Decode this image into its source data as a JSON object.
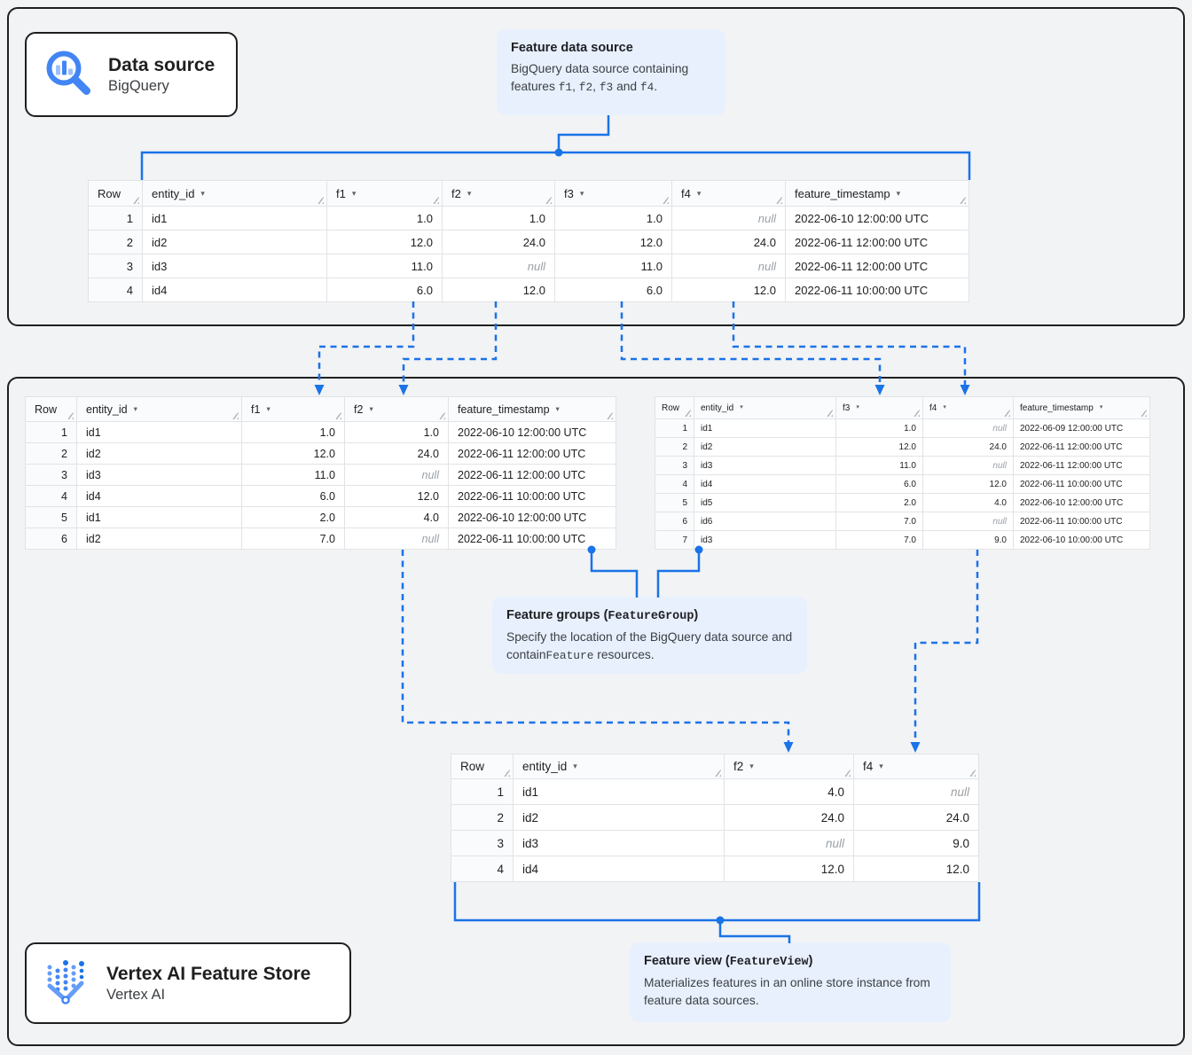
{
  "colors": {
    "accent": "#1a73e8",
    "callout_bg": "#e8f0fe",
    "null_text": "#9aa0a6"
  },
  "glyphs": {
    "sort_caret": "▾"
  },
  "icons": {
    "data_source": "bigquery-magnifier-icon",
    "feature_store": "vertex-ai-icon"
  },
  "cards": {
    "data_source": {
      "title": "Data source",
      "subtitle": "BigQuery"
    },
    "feature_store": {
      "title": "Vertex AI Feature Store",
      "subtitle": "Vertex AI"
    }
  },
  "callouts": {
    "feature_data_source": {
      "title_parts": [
        {
          "t": "Feature data source"
        }
      ],
      "body_parts": [
        {
          "t": "BigQuery data source containing features "
        },
        {
          "t": "f1",
          "mono": true
        },
        {
          "t": ", "
        },
        {
          "t": "f2",
          "mono": true
        },
        {
          "t": ", "
        },
        {
          "t": "f3",
          "mono": true
        },
        {
          "t": " and "
        },
        {
          "t": "f4",
          "mono": true
        },
        {
          "t": "."
        }
      ]
    },
    "feature_groups": {
      "title_parts": [
        {
          "t": "Feature groups ("
        },
        {
          "t": "FeatureGroup",
          "mono": true
        },
        {
          "t": ")"
        }
      ],
      "body_parts": [
        {
          "t": "Specify the location of the BigQuery data source and contain"
        },
        {
          "t": "Feature",
          "mono": true
        },
        {
          "t": " resources."
        }
      ]
    },
    "feature_view": {
      "title_parts": [
        {
          "t": "Feature view ("
        },
        {
          "t": "FeatureView",
          "mono": true
        },
        {
          "t": ")"
        }
      ],
      "body_parts": [
        {
          "t": "Materializes features in an online store instance from feature data sources."
        }
      ]
    }
  },
  "tables": {
    "source": {
      "columns": [
        {
          "label": "Row",
          "sortable": false,
          "align": "right"
        },
        {
          "label": "entity_id",
          "sortable": true,
          "align": "left"
        },
        {
          "label": "f1",
          "sortable": true,
          "align": "right"
        },
        {
          "label": "f2",
          "sortable": true,
          "align": "right"
        },
        {
          "label": "f3",
          "sortable": true,
          "align": "right"
        },
        {
          "label": "f4",
          "sortable": true,
          "align": "right"
        },
        {
          "label": "feature_timestamp",
          "sortable": true,
          "align": "left"
        }
      ],
      "rows": [
        [
          "1",
          "id1",
          "1.0",
          "1.0",
          "1.0",
          "null",
          "2022-06-10 12:00:00 UTC"
        ],
        [
          "2",
          "id2",
          "12.0",
          "24.0",
          "12.0",
          "24.0",
          "2022-06-11 12:00:00 UTC"
        ],
        [
          "3",
          "id3",
          "11.0",
          "null",
          "11.0",
          "null",
          "2022-06-11 12:00:00 UTC"
        ],
        [
          "4",
          "id4",
          "6.0",
          "12.0",
          "6.0",
          "12.0",
          "2022-06-11 10:00:00 UTC"
        ]
      ]
    },
    "group1": {
      "columns": [
        {
          "label": "Row",
          "sortable": false,
          "align": "right"
        },
        {
          "label": "entity_id",
          "sortable": true,
          "align": "left"
        },
        {
          "label": "f1",
          "sortable": true,
          "align": "right"
        },
        {
          "label": "f2",
          "sortable": true,
          "align": "right"
        },
        {
          "label": "feature_timestamp",
          "sortable": true,
          "align": "left"
        }
      ],
      "rows": [
        [
          "1",
          "id1",
          "1.0",
          "1.0",
          "2022-06-10 12:00:00 UTC"
        ],
        [
          "2",
          "id2",
          "12.0",
          "24.0",
          "2022-06-11 12:00:00 UTC"
        ],
        [
          "3",
          "id3",
          "11.0",
          "null",
          "2022-06-11 12:00:00 UTC"
        ],
        [
          "4",
          "id4",
          "6.0",
          "12.0",
          "2022-06-11 10:00:00 UTC"
        ],
        [
          "5",
          "id1",
          "2.0",
          "4.0",
          "2022-06-10 12:00:00 UTC"
        ],
        [
          "6",
          "id2",
          "7.0",
          "null",
          "2022-06-11 10:00:00 UTC"
        ]
      ]
    },
    "group2": {
      "columns": [
        {
          "label": "Row",
          "sortable": false,
          "align": "right"
        },
        {
          "label": "entity_id",
          "sortable": true,
          "align": "left"
        },
        {
          "label": "f3",
          "sortable": true,
          "align": "right"
        },
        {
          "label": "f4",
          "sortable": true,
          "align": "right"
        },
        {
          "label": "feature_timestamp",
          "sortable": true,
          "align": "left"
        }
      ],
      "rows": [
        [
          "1",
          "id1",
          "1.0",
          "null",
          "2022-06-09 12:00:00 UTC"
        ],
        [
          "2",
          "id2",
          "12.0",
          "24.0",
          "2022-06-11 12:00:00 UTC"
        ],
        [
          "3",
          "id3",
          "11.0",
          "null",
          "2022-06-11 12:00:00 UTC"
        ],
        [
          "4",
          "id4",
          "6.0",
          "12.0",
          "2022-06-11 10:00:00 UTC"
        ],
        [
          "5",
          "id5",
          "2.0",
          "4.0",
          "2022-06-10 12:00:00 UTC"
        ],
        [
          "6",
          "id6",
          "7.0",
          "null",
          "2022-06-11 10:00:00 UTC"
        ],
        [
          "7",
          "id3",
          "7.0",
          "9.0",
          "2022-06-10 10:00:00 UTC"
        ]
      ]
    },
    "view": {
      "columns": [
        {
          "label": "Row",
          "sortable": false,
          "align": "right"
        },
        {
          "label": "entity_id",
          "sortable": true,
          "align": "left"
        },
        {
          "label": "f2",
          "sortable": true,
          "align": "right"
        },
        {
          "label": "f4",
          "sortable": true,
          "align": "right"
        }
      ],
      "rows": [
        [
          "1",
          "id1",
          "4.0",
          "null"
        ],
        [
          "2",
          "id2",
          "24.0",
          "24.0"
        ],
        [
          "3",
          "id3",
          "null",
          "9.0"
        ],
        [
          "4",
          "id4",
          "12.0",
          "12.0"
        ]
      ]
    }
  }
}
